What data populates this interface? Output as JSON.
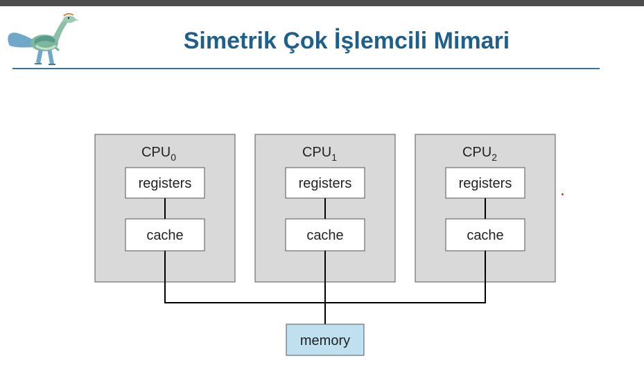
{
  "slide": {
    "title": "Simetrik Çok İşlemcili Mimari"
  },
  "logo": {
    "icon": "dinosaur-icon"
  },
  "colors": {
    "title": "#1f5f8b",
    "cpu_box": "#d9d9d9",
    "memory_box": "#bfe0ef",
    "bus_line": "#000000"
  },
  "diagram": {
    "cpus": [
      {
        "name": "CPU",
        "subscript": "0",
        "registers": "registers",
        "cache": "cache"
      },
      {
        "name": "CPU",
        "subscript": "1",
        "registers": "registers",
        "cache": "cache"
      },
      {
        "name": "CPU",
        "subscript": "2",
        "registers": "registers",
        "cache": "cache"
      }
    ],
    "memory": "memory"
  }
}
